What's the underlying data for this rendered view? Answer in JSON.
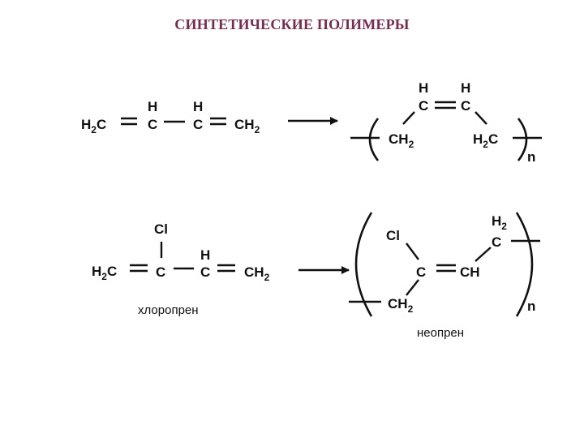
{
  "title": "СИНТЕТИЧЕСКИЕ ПОЛИМЕРЫ",
  "labels": {
    "h": "H",
    "c": "C",
    "cl": "Cl",
    "ch_main": "CH",
    "h2c_main": "H",
    "h2c_tail": "C",
    "ch2_main": "CH",
    "h2_main": "H",
    "sub2": "2",
    "n": "n"
  },
  "captions": {
    "chloroprene": "хлоропрен",
    "neoprene": "неопрен"
  }
}
